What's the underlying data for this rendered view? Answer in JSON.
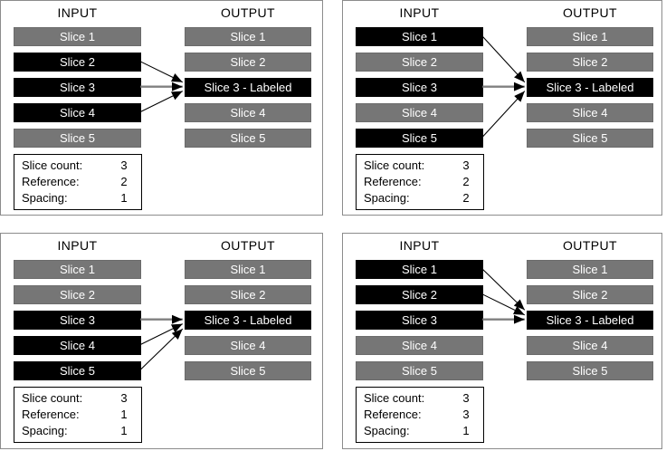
{
  "colors": {
    "panel_border": "#8c8c8c",
    "slice_gray": "#767676",
    "slice_selected_black": "#000000",
    "slice_text_white": "#ffffff",
    "arrow_black": "#000000",
    "arrow_reference_gray": "#808080",
    "header_text": "#000000"
  },
  "panels": [
    {
      "name": "top-left",
      "input_header": "INPUT",
      "output_header": "OUTPUT",
      "input_slices": [
        {
          "label": "Slice 1",
          "selected": false
        },
        {
          "label": "Slice 2",
          "selected": true
        },
        {
          "label": "Slice 3",
          "selected": true
        },
        {
          "label": "Slice 4",
          "selected": true
        },
        {
          "label": "Slice 5",
          "selected": false
        }
      ],
      "output_slices": [
        {
          "label": "Slice 1",
          "labeled": false
        },
        {
          "label": "Slice 2",
          "labeled": false
        },
        {
          "label": "Slice 3 - Labeled",
          "labeled": true
        },
        {
          "label": "Slice 4",
          "labeled": false
        },
        {
          "label": "Slice 5",
          "labeled": false
        }
      ],
      "arrows": [
        {
          "from_slice": 2,
          "to_slice": 3,
          "reference": false
        },
        {
          "from_slice": 3,
          "to_slice": 3,
          "reference": true
        },
        {
          "from_slice": 4,
          "to_slice": 3,
          "reference": false
        }
      ],
      "params": [
        {
          "label": "Slice count:",
          "value": "3"
        },
        {
          "label": "Reference:",
          "value": "2"
        },
        {
          "label": "Spacing:",
          "value": "1"
        }
      ]
    },
    {
      "name": "top-right",
      "input_header": "INPUT",
      "output_header": "OUTPUT",
      "input_slices": [
        {
          "label": "Slice 1",
          "selected": true
        },
        {
          "label": "Slice 2",
          "selected": false
        },
        {
          "label": "Slice 3",
          "selected": true
        },
        {
          "label": "Slice 4",
          "selected": false
        },
        {
          "label": "Slice 5",
          "selected": true
        }
      ],
      "output_slices": [
        {
          "label": "Slice 1",
          "labeled": false
        },
        {
          "label": "Slice 2",
          "labeled": false
        },
        {
          "label": "Slice 3 - Labeled",
          "labeled": true
        },
        {
          "label": "Slice 4",
          "labeled": false
        },
        {
          "label": "Slice 5",
          "labeled": false
        }
      ],
      "arrows": [
        {
          "from_slice": 1,
          "to_slice": 3,
          "reference": false
        },
        {
          "from_slice": 3,
          "to_slice": 3,
          "reference": true
        },
        {
          "from_slice": 5,
          "to_slice": 3,
          "reference": false
        }
      ],
      "params": [
        {
          "label": "Slice count:",
          "value": "3"
        },
        {
          "label": "Reference:",
          "value": "2"
        },
        {
          "label": "Spacing:",
          "value": "2"
        }
      ]
    },
    {
      "name": "bottom-left",
      "input_header": "INPUT",
      "output_header": "OUTPUT",
      "input_slices": [
        {
          "label": "Slice 1",
          "selected": false
        },
        {
          "label": "Slice 2",
          "selected": false
        },
        {
          "label": "Slice 3",
          "selected": true
        },
        {
          "label": "Slice 4",
          "selected": true
        },
        {
          "label": "Slice 5",
          "selected": true
        }
      ],
      "output_slices": [
        {
          "label": "Slice 1",
          "labeled": false
        },
        {
          "label": "Slice 2",
          "labeled": false
        },
        {
          "label": "Slice 3 - Labeled",
          "labeled": true
        },
        {
          "label": "Slice 4",
          "labeled": false
        },
        {
          "label": "Slice 5",
          "labeled": false
        }
      ],
      "arrows": [
        {
          "from_slice": 3,
          "to_slice": 3,
          "reference": true
        },
        {
          "from_slice": 4,
          "to_slice": 3,
          "reference": false
        },
        {
          "from_slice": 5,
          "to_slice": 3,
          "reference": false
        }
      ],
      "params": [
        {
          "label": "Slice count:",
          "value": "3"
        },
        {
          "label": "Reference:",
          "value": "1"
        },
        {
          "label": "Spacing:",
          "value": "1"
        }
      ]
    },
    {
      "name": "bottom-right",
      "input_header": "INPUT",
      "output_header": "OUTPUT",
      "input_slices": [
        {
          "label": "Slice 1",
          "selected": true
        },
        {
          "label": "Slice 2",
          "selected": true
        },
        {
          "label": "Slice 3",
          "selected": true
        },
        {
          "label": "Slice 4",
          "selected": false
        },
        {
          "label": "Slice 5",
          "selected": false
        }
      ],
      "output_slices": [
        {
          "label": "Slice 1",
          "labeled": false
        },
        {
          "label": "Slice 2",
          "labeled": false
        },
        {
          "label": "Slice 3 - Labeled",
          "labeled": true
        },
        {
          "label": "Slice 4",
          "labeled": false
        },
        {
          "label": "Slice 5",
          "labeled": false
        }
      ],
      "arrows": [
        {
          "from_slice": 1,
          "to_slice": 3,
          "reference": false
        },
        {
          "from_slice": 2,
          "to_slice": 3,
          "reference": false
        },
        {
          "from_slice": 3,
          "to_slice": 3,
          "reference": true
        }
      ],
      "params": [
        {
          "label": "Slice count:",
          "value": "3"
        },
        {
          "label": "Reference:",
          "value": "3"
        },
        {
          "label": "Spacing:",
          "value": "1"
        }
      ]
    }
  ]
}
